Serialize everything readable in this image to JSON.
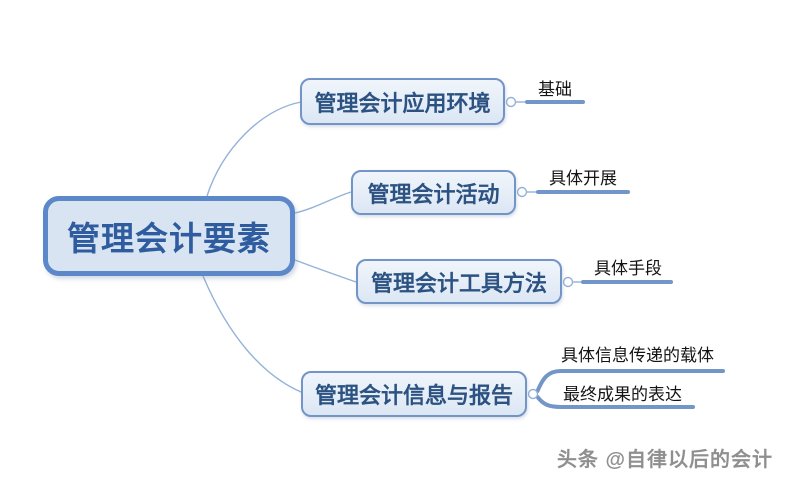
{
  "watermark": {
    "text": "头条 @自律以后的会计"
  },
  "colors": {
    "background": "#ffffff",
    "root_border": "#5c87c8",
    "root_fill": "#d9e4f2",
    "root_text": "#2e5c9e",
    "branch_border": "#7394c7",
    "branch_fill": "#e4ecf7",
    "branch_text": "#2c5282",
    "leaf_text": "#141414",
    "leaf_underline": "#7396c8",
    "connector_curve": "#94b2d8",
    "watermark_text": "#8f8f8f"
  },
  "mindmap": {
    "root": {
      "label": "管理会计要素"
    },
    "branches": [
      {
        "label": "管理会计应用环境",
        "children": [
          {
            "label": "基础"
          }
        ]
      },
      {
        "label": "管理会计活动",
        "children": [
          {
            "label": "具体开展"
          }
        ]
      },
      {
        "label": "管理会计工具方法",
        "children": [
          {
            "label": "具体手段"
          }
        ]
      },
      {
        "label": "管理会计信息与报告",
        "children": [
          {
            "label": "具体信息传递的载体"
          },
          {
            "label": "最终成果的表达"
          }
        ]
      }
    ]
  }
}
